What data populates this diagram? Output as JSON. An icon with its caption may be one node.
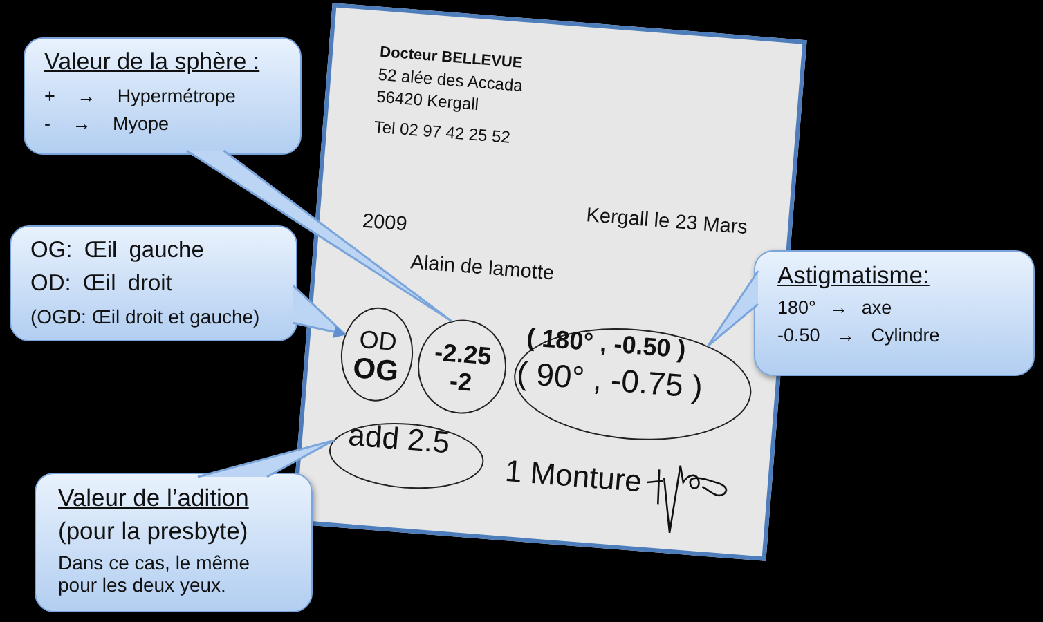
{
  "diagram": {
    "nodes": [
      {
        "text": [
          "Docteur BELLEVUE",
          "52 alée des Accada",
          "56420 Kergall",
          "Tel 02 97 42 25 52",
          "2009",
          "Kergall le 23 Mars",
          "Alain de lamotte",
          "1 Monture"
        ]
      },
      {
        "text": [
          "OD",
          "OG"
        ],
        "in": 0
      },
      {
        "text": [
          "-2.25",
          "-2"
        ],
        "in": 0
      },
      {
        "text": [
          "( 180° , -0.50 )",
          "( 90° , -0.75 )"
        ],
        "in": 0
      },
      {
        "text": [
          "add 2.5"
        ],
        "in": 0
      },
      {
        "text": [
          "Valeur de la sphère :",
          "+ → Hypermétrope",
          "- → Myope"
        ]
      },
      {
        "text": [
          "OG: Œil gauche",
          "OD: Œil droit",
          "(OGD: Œil droit et gauche)"
        ]
      },
      {
        "text": [
          "Astigmatisme:",
          "180° → axe",
          "-0.50 → Cylindre"
        ]
      },
      {
        "text": [
          "Valeur de l’adition",
          "(pour la presbyte)",
          "Dans ce cas, le même pour les deux yeux."
        ]
      }
    ],
    "edges": [
      {
        "from": 5,
        "to": 2,
        "arrow": "none"
      },
      {
        "from": 6,
        "to": 1,
        "arrow": "to"
      },
      {
        "from": 7,
        "to": 3,
        "arrow": "none"
      },
      {
        "from": 8,
        "to": 4,
        "arrow": "none"
      }
    ]
  }
}
